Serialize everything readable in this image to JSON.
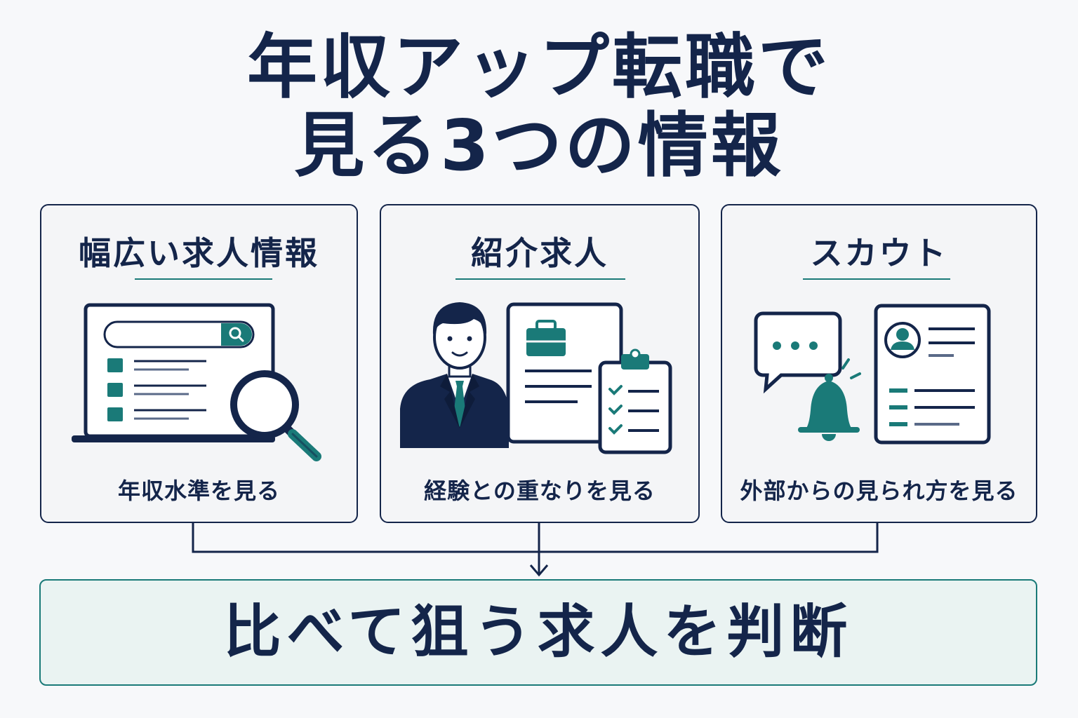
{
  "title": {
    "line1": "年収アップ転職で",
    "line2": "見る3つの情報"
  },
  "cards": [
    {
      "title": "幅広い求人情報",
      "caption": "年収水準を見る",
      "icon": "laptop-search-icon"
    },
    {
      "title": "紹介求人",
      "caption": "経験との重なりを見る",
      "icon": "advisor-documents-icon"
    },
    {
      "title": "スカウト",
      "caption": "外部からの見られ方を見る",
      "icon": "scout-notification-icon"
    }
  ],
  "result": {
    "text": "比べて狙う求人を判断"
  },
  "colors": {
    "navy": "#14254a",
    "teal": "#1a7a78",
    "card_bg": "#f4f5f7",
    "result_bg": "#eaf3f2"
  }
}
